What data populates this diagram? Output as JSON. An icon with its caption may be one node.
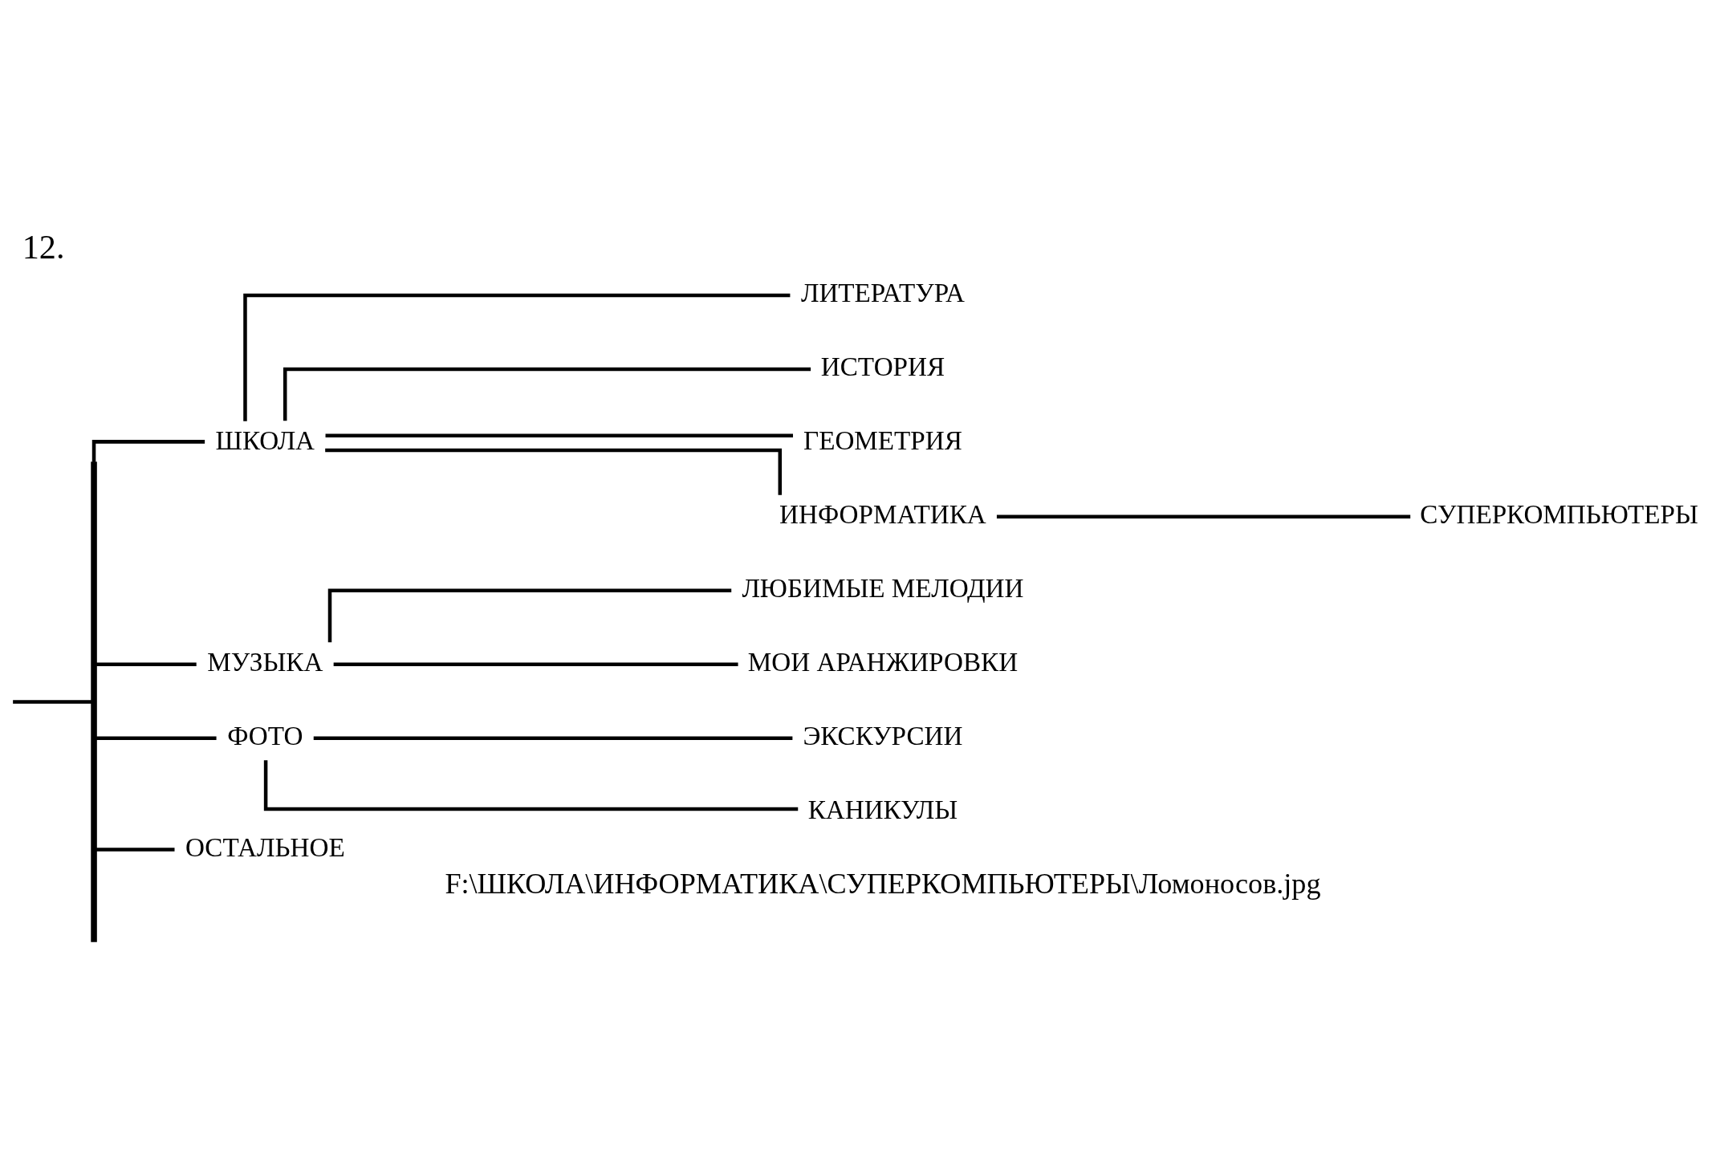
{
  "diagram": {
    "title": "12.",
    "caption": "F:\\ШКОЛА\\ИНФОРМАТИКА\\СУПЕРКОМПЬЮТЕРЫ\\Ломоносов.jpg",
    "nodes": [
      {
        "text": [],
        "shape": "bar"
      },
      {
        "text": [
          "ШКОЛА"
        ]
      },
      {
        "text": [
          "ЛИТЕРАТУРА"
        ]
      },
      {
        "text": [
          "ИСТОРИЯ"
        ]
      },
      {
        "text": [
          "ГЕОМЕТРИЯ"
        ]
      },
      {
        "text": [
          "ИНФОРМАТИКА"
        ]
      },
      {
        "text": [
          "СУПЕРКОМПЬЮТЕРЫ"
        ]
      },
      {
        "text": [
          "МУЗЫКА"
        ]
      },
      {
        "text": [
          "ЛЮБИМЫЕ МЕЛОДИИ"
        ]
      },
      {
        "text": [
          "МОИ АРАНЖИРОВКИ"
        ]
      },
      {
        "text": [
          "ФОТО"
        ]
      },
      {
        "text": [
          "ЭКСКУРСИИ"
        ]
      },
      {
        "text": [
          "КАНИКУЛЫ"
        ]
      },
      {
        "text": [
          "ОСТАЛЬНОЕ"
        ]
      }
    ],
    "edges": [
      {
        "from": null,
        "to": 0,
        "arrow": "none"
      },
      {
        "from": 0,
        "to": 1,
        "arrow": "none"
      },
      {
        "from": 0,
        "to": 7,
        "arrow": "none"
      },
      {
        "from": 0,
        "to": 10,
        "arrow": "none"
      },
      {
        "from": 0,
        "to": 13,
        "arrow": "none"
      },
      {
        "from": 1,
        "to": 2,
        "arrow": "none"
      },
      {
        "from": 1,
        "to": 3,
        "arrow": "none"
      },
      {
        "from": 1,
        "to": 4,
        "arrow": "none"
      },
      {
        "from": 1,
        "to": 5,
        "arrow": "none"
      },
      {
        "from": 5,
        "to": 6,
        "arrow": "none"
      },
      {
        "from": 7,
        "to": 8,
        "arrow": "none"
      },
      {
        "from": 7,
        "to": 9,
        "arrow": "none"
      },
      {
        "from": 10,
        "to": 11,
        "arrow": "none"
      },
      {
        "from": 10,
        "to": 12,
        "arrow": "none"
      }
    ]
  }
}
